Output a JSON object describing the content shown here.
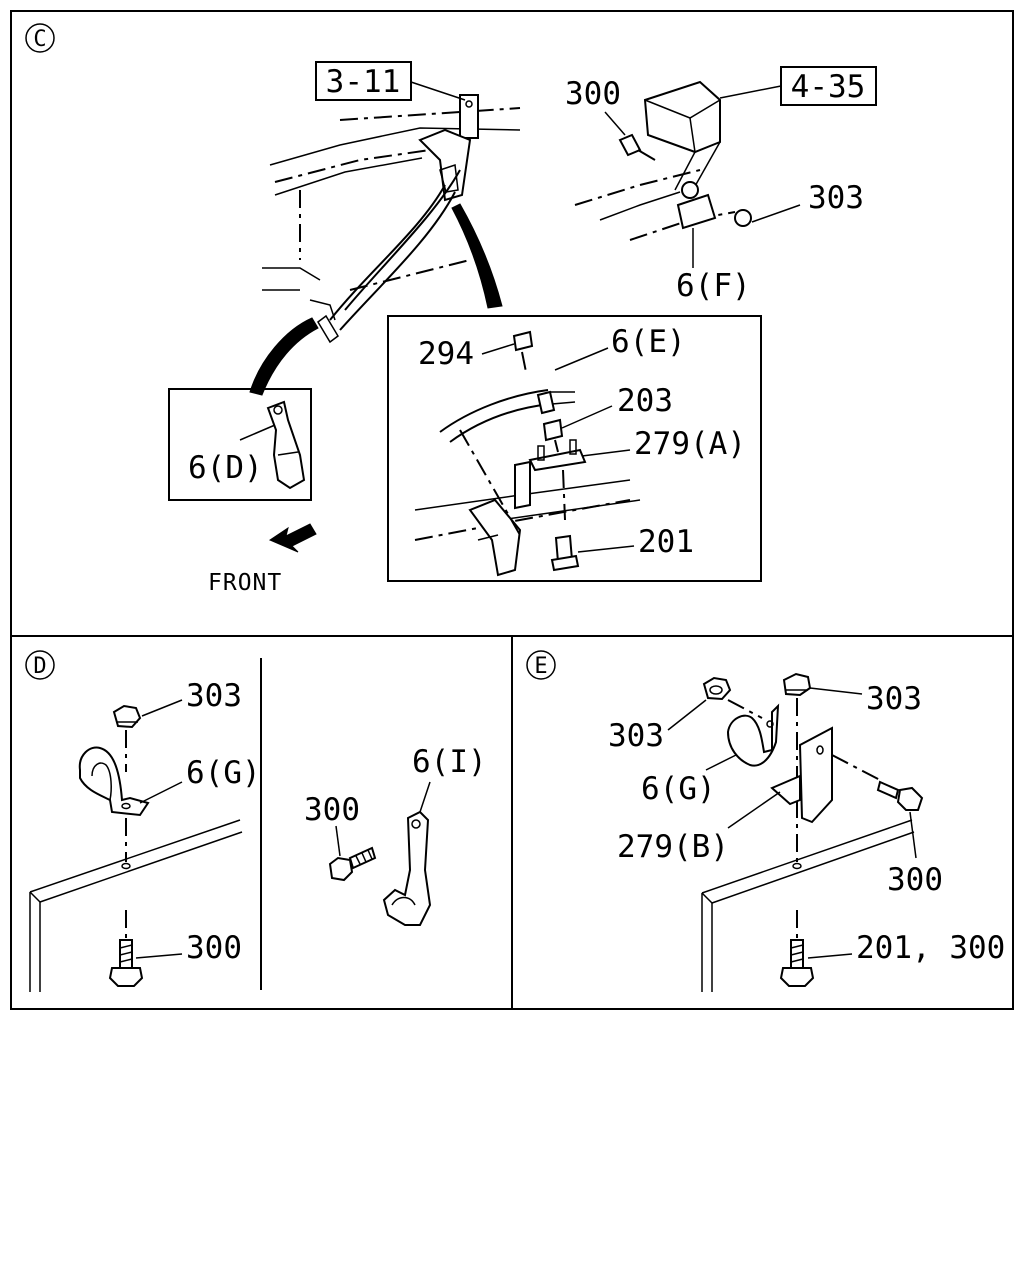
{
  "sections": {
    "c": {
      "marker": "C"
    },
    "d": {
      "marker": "D"
    },
    "e": {
      "marker": "E"
    }
  },
  "refs": {
    "r1": "3-11",
    "r2": "4-35"
  },
  "labels": {
    "c_300": "300",
    "c_303": "303",
    "c_6f": "6(F)",
    "c_294": "294",
    "c_6e": "6(E)",
    "c_203": "203",
    "c_279a": "279(A)",
    "c_201": "201",
    "c_6d": "6(D)",
    "front": "FRONT",
    "d_303": "303",
    "d_6g": "6(G)",
    "d_300": "300",
    "d_300b": "300",
    "d_6i": "6(I)",
    "e_303a": "303",
    "e_303b": "303",
    "e_6g": "6(G)",
    "e_279b": "279(B)",
    "e_300": "300",
    "e_201_300": "201, 300"
  }
}
